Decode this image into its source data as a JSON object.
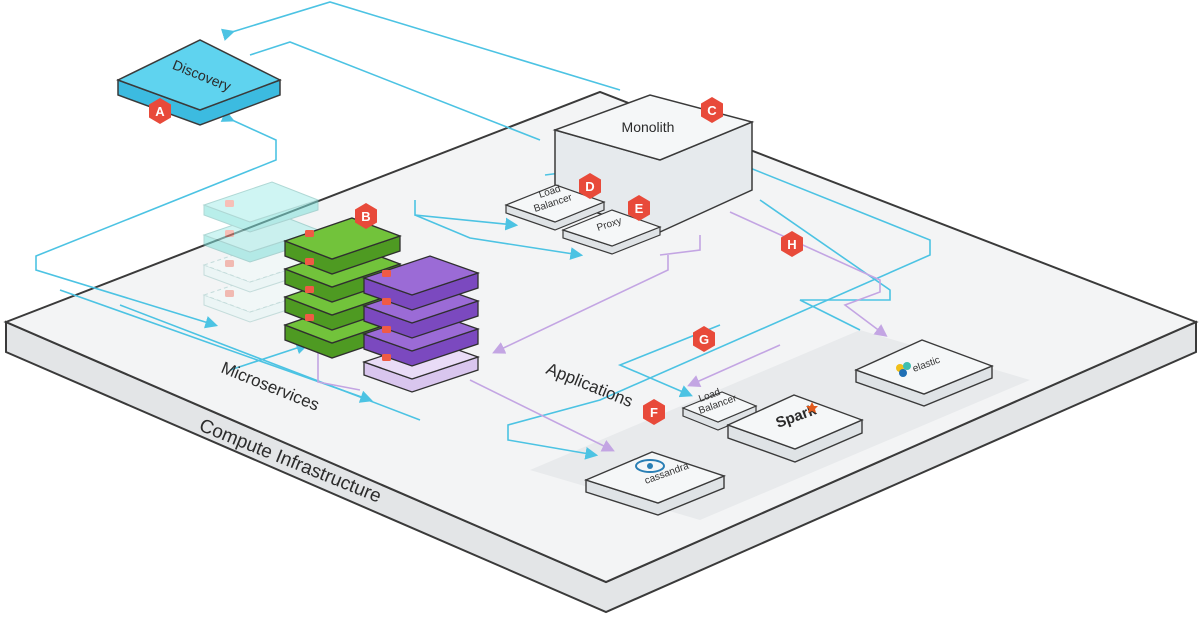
{
  "colors": {
    "platform_top": "#f3f4f5",
    "platform_side": "#e3e5e7",
    "platform_edge": "#3a3a3a",
    "discovery": "#5fd3ef",
    "monolith": "#eef1f3",
    "green": "#72c33b",
    "purple": "#9b6bd6",
    "teal_faded": "#a9eeea",
    "flow_blue": "#4cc3e3",
    "flow_purple": "#c3a5e3",
    "badge": "#e84a3a"
  },
  "labels": {
    "discovery": "Discovery",
    "monolith": "Monolith",
    "microservices": "Microservices",
    "applications": "Applications",
    "compute": "Compute Infrastructure",
    "lb_line1": "Load",
    "lb_line2": "Balancer",
    "proxy": "Proxy",
    "spark": "Spark",
    "cassandra": "cassandra",
    "elastic": "elastic"
  },
  "badges": {
    "a": "A",
    "b": "B",
    "c": "C",
    "d": "D",
    "e": "E",
    "f": "F",
    "g": "G",
    "h": "H"
  }
}
